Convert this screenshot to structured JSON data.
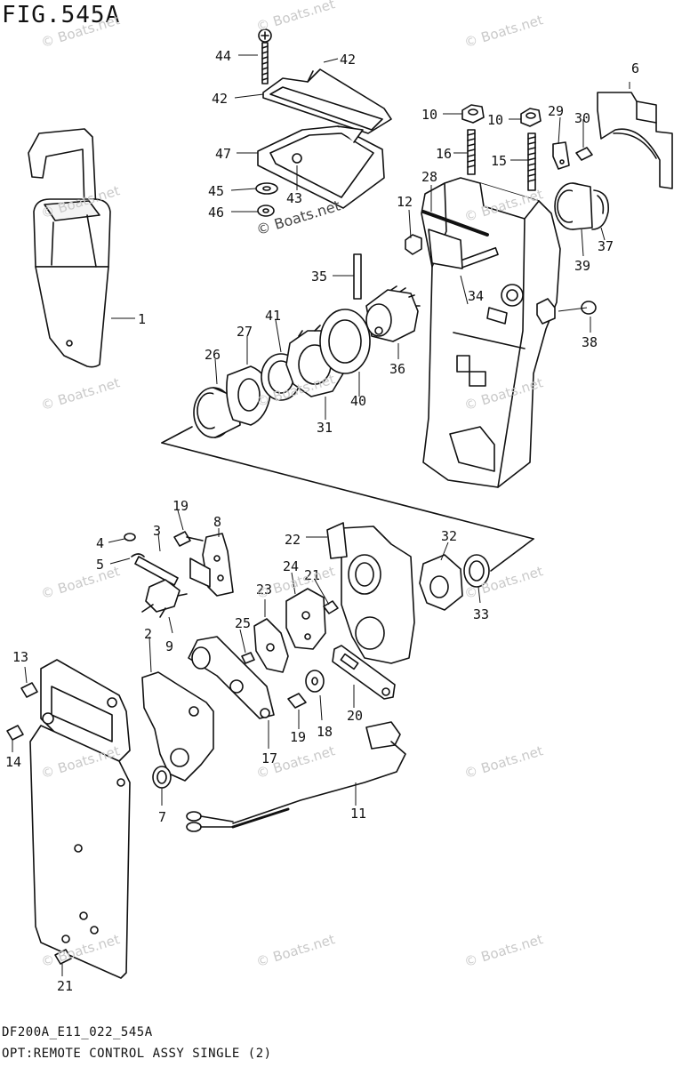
{
  "figure": {
    "title": "FIG.545A",
    "footer_code": "DF200A_E11_022_545A",
    "footer_desc": "OPT:REMOTE CONTROL ASSY SINGLE (2)"
  },
  "watermark": "© Boats.net",
  "callouts": [
    "1",
    "2",
    "3",
    "4",
    "5",
    "6",
    "7",
    "8",
    "9",
    "10",
    "10",
    "11",
    "12",
    "13",
    "14",
    "15",
    "16",
    "17",
    "18",
    "19",
    "19",
    "20",
    "21",
    "21",
    "22",
    "23",
    "24",
    "25",
    "26",
    "27",
    "28",
    "29",
    "30",
    "31",
    "32",
    "33",
    "34",
    "35",
    "36",
    "37",
    "38",
    "39",
    "40",
    "41",
    "42",
    "42",
    "43",
    "44",
    "45",
    "46",
    "47"
  ],
  "colors": {
    "ink": "#111111",
    "watermark": "#c9c9c9"
  }
}
